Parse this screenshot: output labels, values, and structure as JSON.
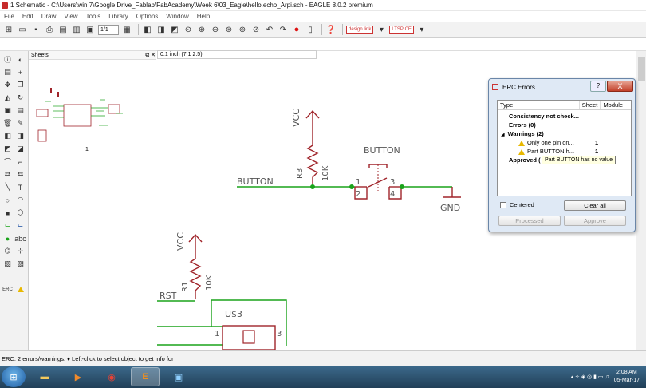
{
  "window": {
    "title": "1 Schematic - C:\\Users\\win 7\\Google Drive_Fablab\\FabAcademy\\Week 6\\03_Eagle\\hello.echo_Arpi.sch - EAGLE 8.0.2 premium"
  },
  "menu": [
    "File",
    "Edit",
    "Draw",
    "View",
    "Tools",
    "Library",
    "Options",
    "Window",
    "Help"
  ],
  "toolbar": {
    "zoom_select": "1/1",
    "design_link": "design link",
    "ltspice": "LTSPICE"
  },
  "sheets_panel": {
    "title": "Sheets",
    "sheet_number": "1"
  },
  "coord_readout": "0.1 inch (7.1 2.5)",
  "schematic": {
    "vcc1": "VCC",
    "r3_name": "R3",
    "r3_value": "10K",
    "button_net": "BUTTON",
    "button_part": "BUTTON",
    "pin1": "1",
    "pin2": "2",
    "pin3": "3",
    "pin4": "4",
    "gnd": "GND",
    "vcc2": "VCC",
    "r1_name": "R1",
    "r1_value": "10K",
    "rst": "RST",
    "u3": "U$3",
    "u3_pin1": "1",
    "u3_pin3": "3"
  },
  "erc_dialog": {
    "title": "ERC Errors",
    "help": "?",
    "close": "X",
    "columns": {
      "type": "Type",
      "sheet": "Sheet",
      "module": "Module"
    },
    "rows": {
      "consistency": "Consistency not check...",
      "errors": "Errors (0)",
      "warnings": "Warnings (2)",
      "warn1": "Only one pin on...",
      "warn1_sheet": "1",
      "warn2": "Part BUTTON h...",
      "warn2_sheet": "1",
      "approved": "Approved ("
    },
    "tooltip": "Part BUTTON has no value",
    "centered_label": "Centered",
    "clear_all": "Clear all",
    "processed": "Processed",
    "approve": "Approve"
  },
  "status": {
    "text": "ERC: 2 errors/warnings.  ♦ Left-click to select object to get info for"
  },
  "taskbar": {
    "time": "2:08 AM",
    "date": "05-Mar-17"
  },
  "colors": {
    "net_green": "#1aa31a",
    "symbol_red": "#a0242a",
    "junction": "#1aa31a",
    "dialog_bg": "#dfe9f5",
    "taskbar": "#2c5270"
  }
}
